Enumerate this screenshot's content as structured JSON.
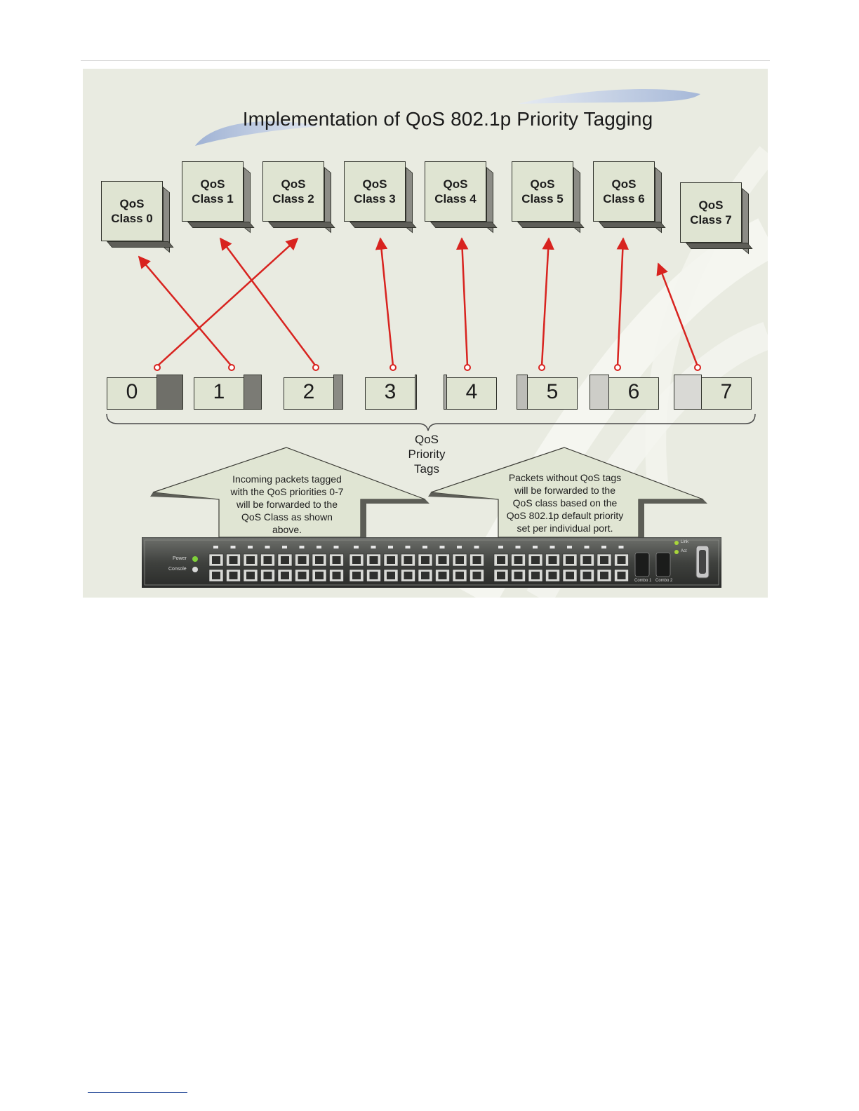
{
  "diagram": {
    "title": "Implementation of QoS 802.1p Priority Tagging",
    "qos_classes": [
      {
        "line1": "QoS",
        "line2": "Class 0"
      },
      {
        "line1": "QoS",
        "line2": "Class 1"
      },
      {
        "line1": "QoS",
        "line2": "Class 2"
      },
      {
        "line1": "QoS",
        "line2": "Class 3"
      },
      {
        "line1": "QoS",
        "line2": "Class 4"
      },
      {
        "line1": "QoS",
        "line2": "Class 5"
      },
      {
        "line1": "QoS",
        "line2": "Class 6"
      },
      {
        "line1": "QoS",
        "line2": "Class 7"
      }
    ],
    "priority_tags": [
      "0",
      "1",
      "2",
      "3",
      "4",
      "5",
      "6",
      "7"
    ],
    "tag_to_class_mapping": [
      {
        "tag": "0",
        "class": "Class 2"
      },
      {
        "tag": "1",
        "class": "Class 0"
      },
      {
        "tag": "2",
        "class": "Class 1"
      },
      {
        "tag": "3",
        "class": "Class 3"
      },
      {
        "tag": "4",
        "class": "Class 4"
      },
      {
        "tag": "5",
        "class": "Class 5"
      },
      {
        "tag": "6",
        "class": "Class 6"
      },
      {
        "tag": "7",
        "class": "Class 7"
      }
    ],
    "priority_label": [
      "QoS",
      "Priority",
      "Tags"
    ],
    "note_left": [
      "Incoming packets tagged",
      "with the QoS priorities 0-7",
      "will be forwarded to the",
      "QoS Class as shown",
      "above."
    ],
    "note_right": [
      "Packets without QoS tags",
      "will be forwarded to the",
      "QoS class based on the",
      "QoS 802.1p default priority",
      "set per individual port."
    ],
    "switch": {
      "power_label": "Power",
      "console_label": "Console",
      "link_label": "Link",
      "act_label": "Act",
      "combo1_label": "Combo 1",
      "combo2_label": "Combo 2"
    },
    "colors": {
      "arrow": "#d8231f",
      "box_face": "#dfe4d2",
      "background": "#e9ebe1",
      "swoosh": "#b9c6dd"
    }
  }
}
